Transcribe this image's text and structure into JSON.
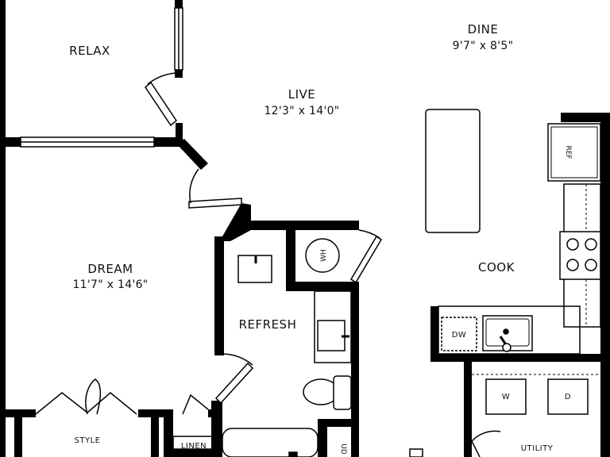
{
  "rooms": {
    "relax": {
      "label": "RELAX"
    },
    "dine": {
      "label": "DINE",
      "dimensions": "9'7\" x 8'5\""
    },
    "live": {
      "label": "LIVE",
      "dimensions": "12'3\" x 14'0\""
    },
    "dream": {
      "label": "DREAM",
      "dimensions": "11'7\" x 14'6\""
    },
    "cook": {
      "label": "COOK"
    },
    "refresh": {
      "label": "REFRESH"
    },
    "style": {
      "label": "STYLE"
    },
    "linen": {
      "label": "LINEN"
    },
    "utility": {
      "label": "UTILITY"
    }
  },
  "fixtures": {
    "refrigerator": "REF",
    "water_heater": "WH",
    "dishwasher": "DW",
    "washer": "W",
    "dryer": "D",
    "partial_label": "UD"
  }
}
